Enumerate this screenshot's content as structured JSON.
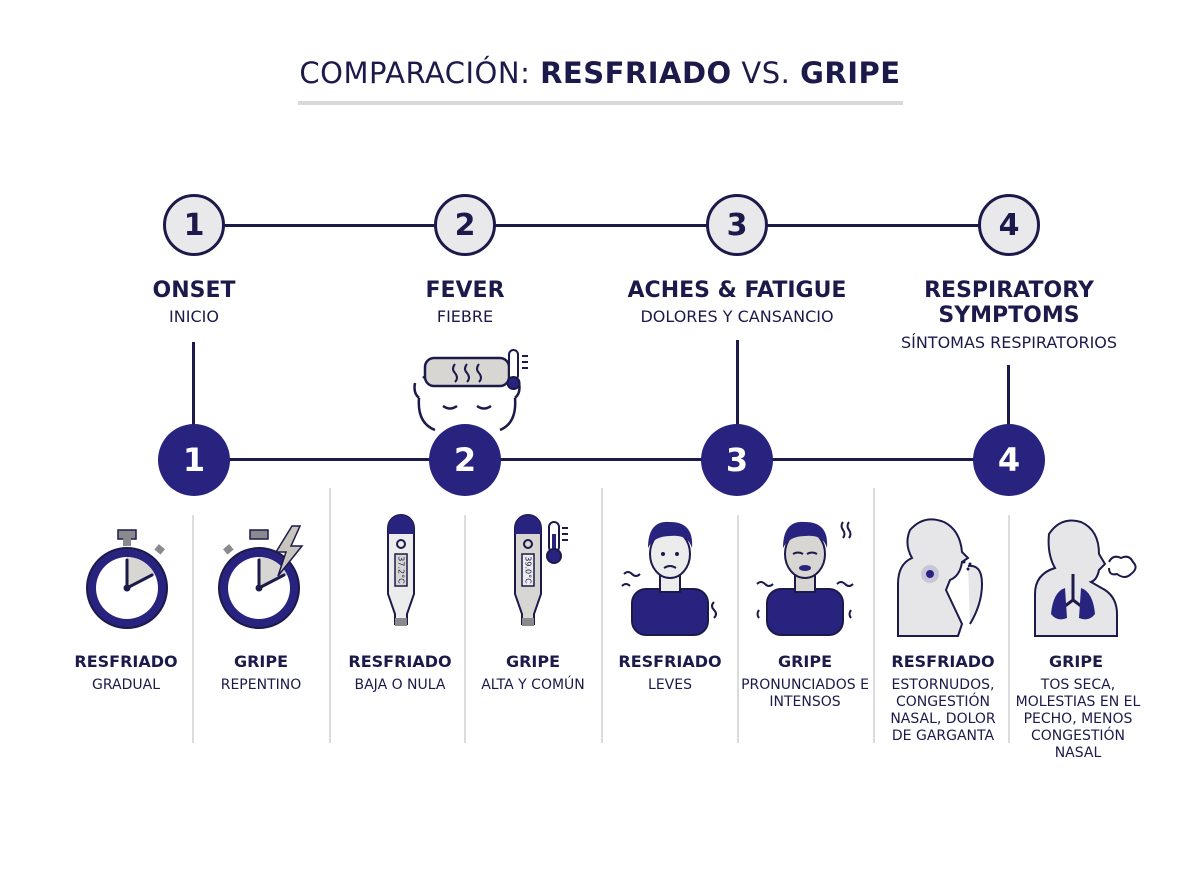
{
  "title": {
    "prefix": "COMPARACIÓN: ",
    "cold": "RESFRIADO",
    "vs": " VS. ",
    "flu": "GRIPE"
  },
  "colors": {
    "navy": "#1c1a4a",
    "accent": "#27237e",
    "circle_fill": "#e9e9ec",
    "divider": "#dcdcdf"
  },
  "stages": [
    {
      "number": "1",
      "title": "ONSET",
      "subtitle": "INICIO",
      "cold": {
        "label": "RESFRIADO",
        "desc": "GRADUAL",
        "icon": "stopwatch-icon"
      },
      "flu": {
        "label": "GRIPE",
        "desc": "REPENTINO",
        "icon": "stopwatch-lightning-icon"
      }
    },
    {
      "number": "2",
      "title": "FEVER",
      "subtitle": "FIEBRE",
      "illustration": "feverish-face-icon",
      "cold": {
        "label": "RESFRIADO",
        "desc": "BAJA O NULA",
        "icon": "thermometer-icon",
        "reading": "37.2°C"
      },
      "flu": {
        "label": "GRIPE",
        "desc": "ALTA Y COMÚN",
        "icon": "thermometer-high-icon",
        "reading": "39.0°C"
      }
    },
    {
      "number": "3",
      "title": "ACHES & FATIGUE",
      "subtitle": "DOLORES Y CANSANCIO",
      "cold": {
        "label": "RESFRIADO",
        "desc": "LEVES",
        "icon": "mild-ache-person-icon"
      },
      "flu": {
        "label": "GRIPE",
        "desc": "PRONUNCIADOS E INTENSOS",
        "icon": "intense-ache-person-icon"
      }
    },
    {
      "number": "4",
      "title": "RESPIRATORY SYMPTOMS",
      "subtitle": "SÍNTOMAS RESPIRATORIOS",
      "cold": {
        "label": "RESFRIADO",
        "desc": "ESTORNUDOS, CONGESTIÓN NASAL, DOLOR DE GARGANTA",
        "icon": "sneezing-person-icon"
      },
      "flu": {
        "label": "GRIPE",
        "desc": "TOS SECA, MOLESTIAS EN EL PECHO, MENOS CONGESTIÓN NASAL",
        "icon": "coughing-lungs-icon"
      }
    }
  ]
}
